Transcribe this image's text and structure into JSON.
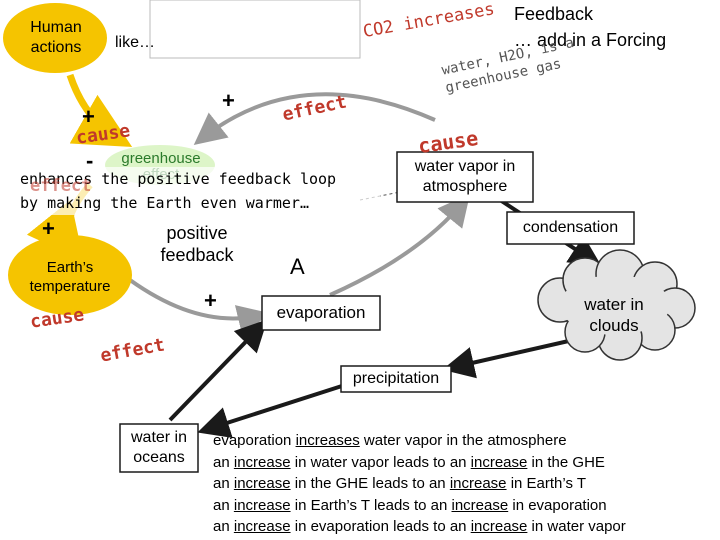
{
  "human_actions": "Human actions",
  "like": "like…",
  "co2_increases": "CO2 increases",
  "feedback_line1": "Feedback",
  "feedback_line2": "… add in a Forcing",
  "water_is_ghg": "water, H2O, is a greenhouse gas",
  "ghe_label": "greenhouse effect",
  "loop_caption_1": "enhances the positive feedback loop",
  "loop_caption_2": "by making the Earth even warmer…",
  "positive_feedback": "positive feedback",
  "loop_letter": "A",
  "earth_temp": "Earth’s temperature",
  "water_vapor": "water vapor in atmosphere",
  "condensation": "condensation",
  "water_in_clouds": "water in clouds",
  "evaporation": "evaporation",
  "precipitation": "precipitation",
  "water_in_oceans": "water in oceans",
  "cause": "cause",
  "effect": "effect",
  "plus": "+",
  "minus": "-",
  "explanation": {
    "w_increase": "increase",
    "w_increases": "increases",
    "l1_a": "evaporation ",
    "l1_c": " water vapor in the atmosphere",
    "l2_a": "an ",
    "l2_c": " in water vapor leads to an ",
    "l2_e": " in the GHE",
    "l3_a": "an ",
    "l3_c": " in the GHE leads to an ",
    "l3_e": " in Earth’s T",
    "l4_a": "an ",
    "l4_c": " in Earth’s T leads to an ",
    "l4_e": " in evaporation",
    "l5_a": "an ",
    "l5_c": " in evaporation leads to an ",
    "l5_e": " in water vapor"
  },
  "colors": {
    "human_fill": "#f5c400",
    "ghe_fill": "#ddf5c8",
    "earth_fill": "#f5c400",
    "effect_red": "#c0392b",
    "arrow_dark": "#1a1a1a",
    "arrow_grey": "#9a9a9a",
    "cloud_fill": "#e4e4e4"
  }
}
